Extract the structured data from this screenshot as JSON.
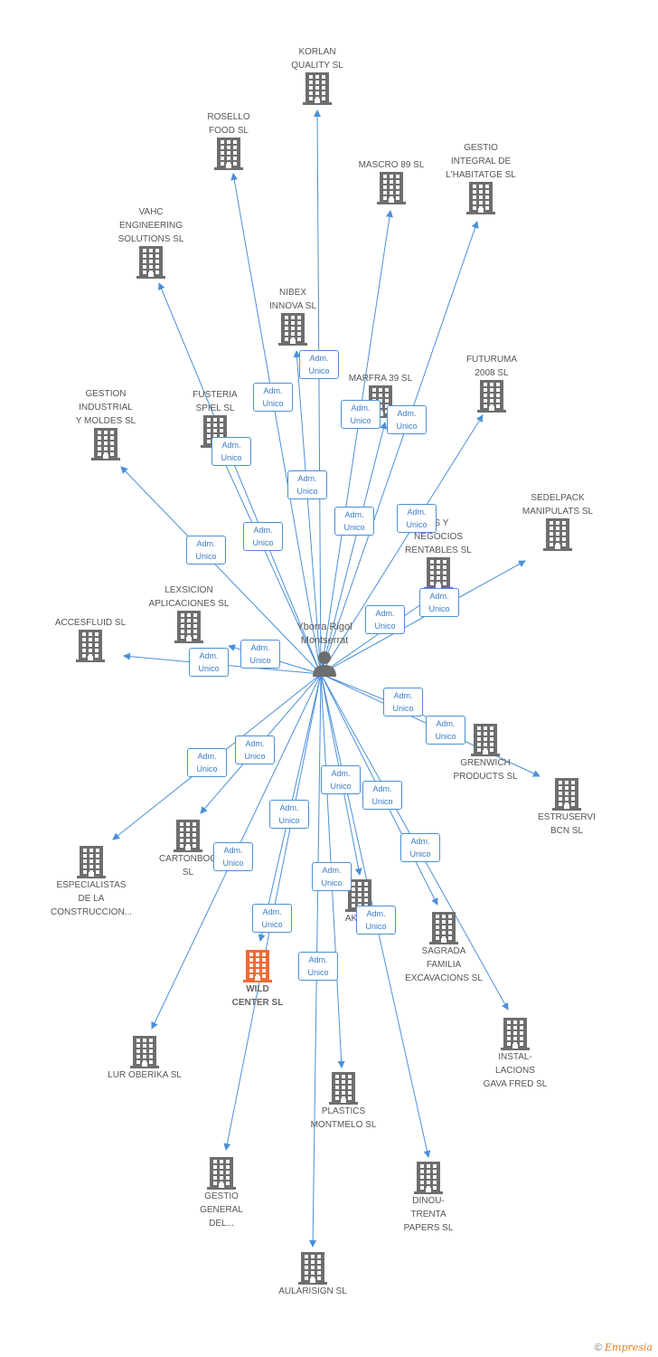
{
  "center": {
    "label": "Yborra Rigol\nMontserrat"
  },
  "relation": {
    "line1": "Adm.",
    "line2": "Unico"
  },
  "footer": {
    "copyright": "©",
    "brand": "Empresia"
  },
  "colors": {
    "edge": "#4a90d9",
    "building": "#6e6e6e",
    "focus": "#f06a35"
  },
  "companies": [
    {
      "id": "korlan",
      "label": "KORLAN\nQUALITY SL"
    },
    {
      "id": "rosello",
      "label": "ROSELLO\nFOOD SL"
    },
    {
      "id": "mascro",
      "label": "MASCRO 89 SL"
    },
    {
      "id": "gestio-integral",
      "label": "GESTIO\nINTEGRAL DE\nL'HABITATGE SL"
    },
    {
      "id": "vahc",
      "label": "VAHC\nENGINEERING\nSOLUTIONS SL"
    },
    {
      "id": "nibex",
      "label": "NIBEX\nINNOVA SL"
    },
    {
      "id": "marfra",
      "label": "MARFRA 39  SL"
    },
    {
      "id": "futuruma",
      "label": "FUTURUMA\n2008 SL"
    },
    {
      "id": "gestion-industrial",
      "label": "GESTION\nINDUSTRIAL\nY MOLDES  SL"
    },
    {
      "id": "fusteria",
      "label": "FUSTERIA\nSPIEL  SL"
    },
    {
      "id": "sedelpack",
      "label": "SEDELPACK\nMANIPULATS  SL"
    },
    {
      "id": "ideas",
      "label": "AS Y\nNEGOCIOS\nRENTABLES SL"
    },
    {
      "id": "lexsicion",
      "label": "LEXSICION\nAPLICACIONES SL"
    },
    {
      "id": "accesfluid",
      "label": "ACCESFLUID SL"
    },
    {
      "id": "grenwich",
      "label": "GRENWICH\nPRODUCTS SL"
    },
    {
      "id": "estruservi",
      "label": "ESTRUSERVI\nBCN SL"
    },
    {
      "id": "cartonboo",
      "label": "CARTONBOO\nSL"
    },
    {
      "id": "especialistas",
      "label": "ESPECIALISTAS\nDE LA\nCONSTRUCCION..."
    },
    {
      "id": "akoi",
      "label": "AKOI 2"
    },
    {
      "id": "sagrada",
      "label": "SAGRADA\nFAMILIA\nEXCAVACIONS SL"
    },
    {
      "id": "wild",
      "label": "WILD\nCENTER SL"
    },
    {
      "id": "lur",
      "label": "LUR OBERIKA SL"
    },
    {
      "id": "instal",
      "label": "INSTAL-\nLACIONS\nGAVA FRED SL"
    },
    {
      "id": "plastics",
      "label": "PLASTICS\nMONTMELO  SL"
    },
    {
      "id": "gestio-general",
      "label": "GESTIO\nGENERAL\nDEL..."
    },
    {
      "id": "dinou",
      "label": "DINOU-\nTRENTA\nPAPERS  SL"
    },
    {
      "id": "aularisign",
      "label": "AULARISIGN SL"
    }
  ]
}
